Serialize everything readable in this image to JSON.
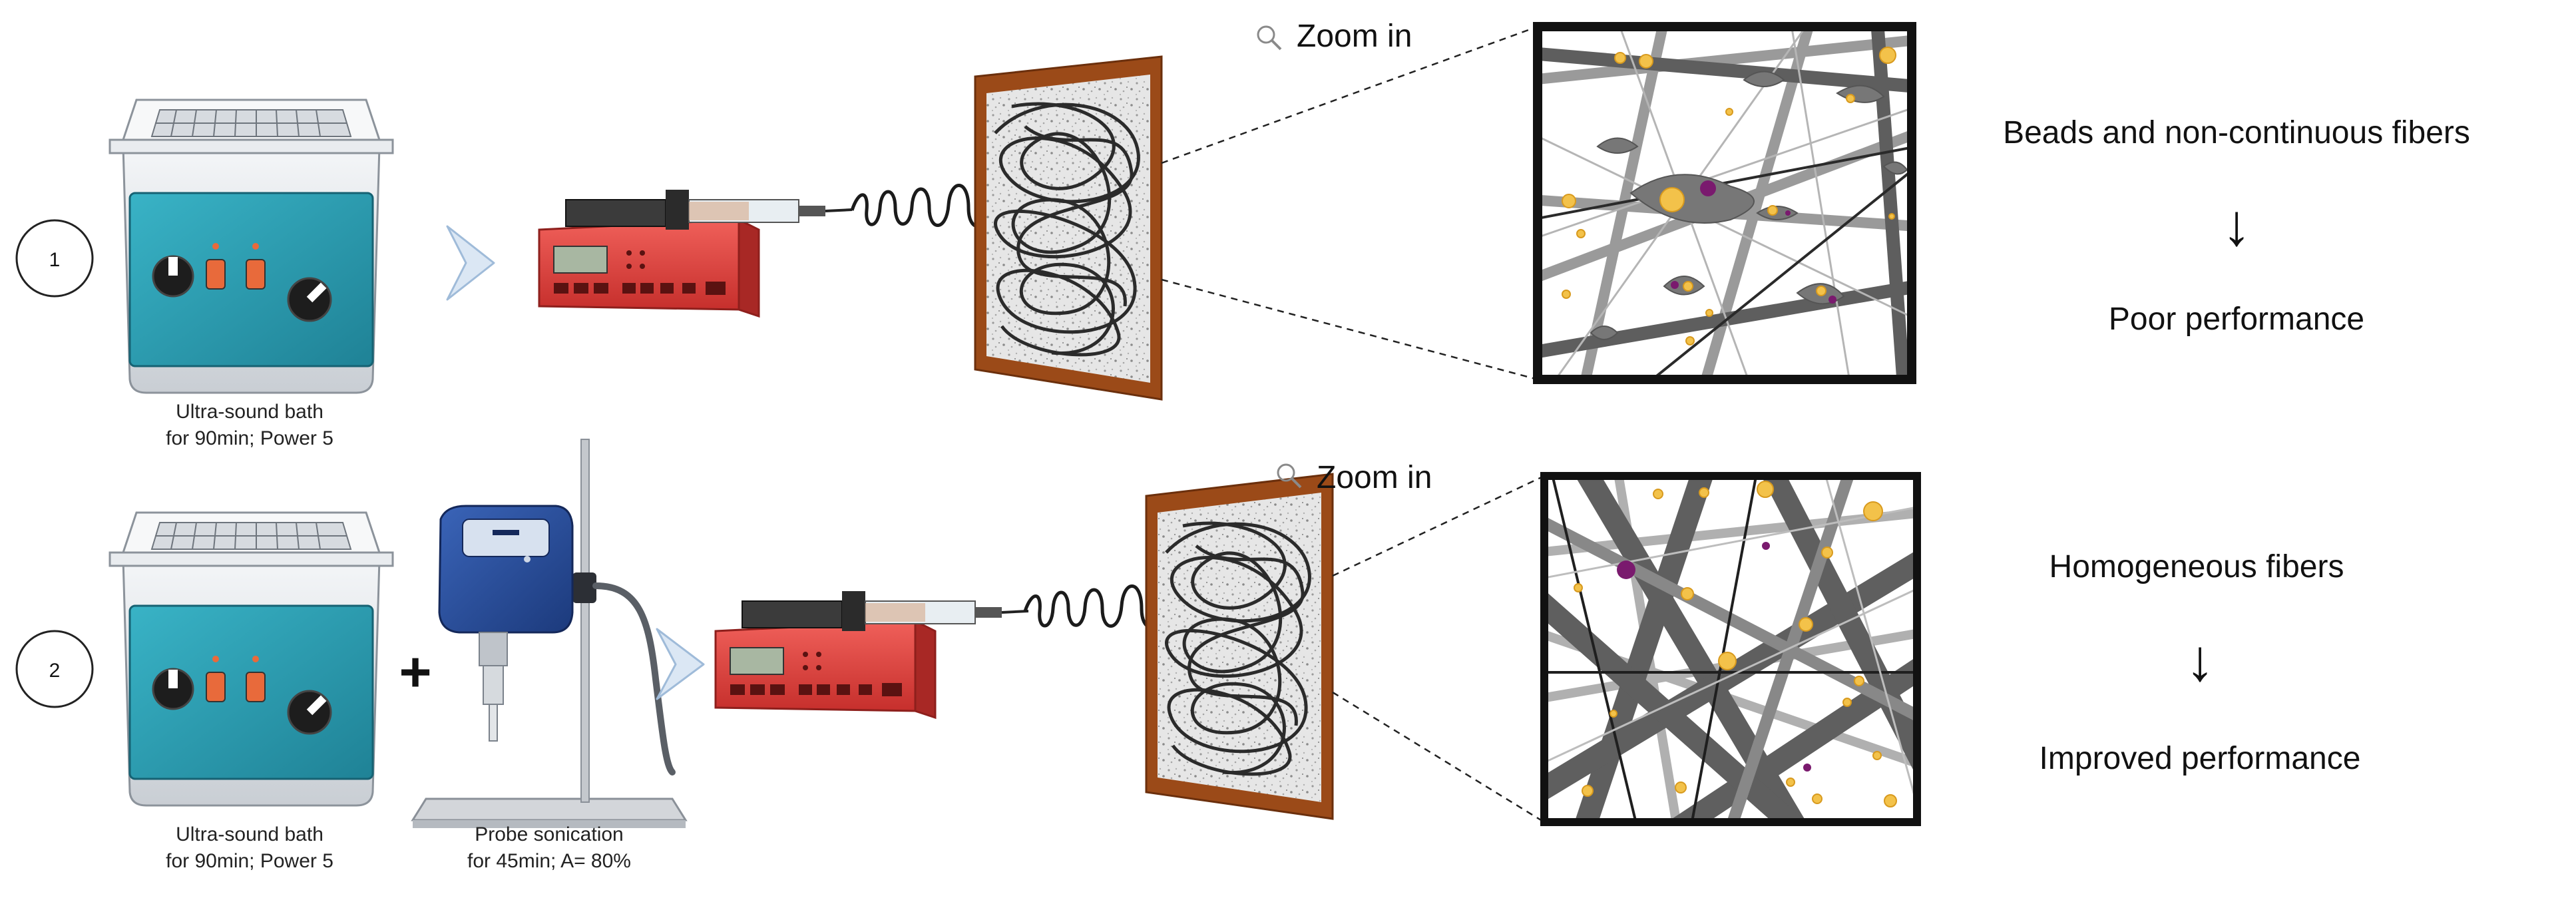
{
  "row1": {
    "step_number": "1",
    "bath_caption": [
      "Ultra-sound bath",
      "for 90min; Power 5"
    ],
    "zoom_label": "Zoom in",
    "result_title": "Beads and non-continuous fibers",
    "arrow_glyph": "↓",
    "result_outcome": "Poor performance"
  },
  "row2": {
    "step_number": "2",
    "plus_sign": "+",
    "bath_caption": [
      "Ultra-sound bath",
      "for 90min; Power 5"
    ],
    "probe_caption": [
      "Probe sonication",
      "for 45min; A= 80%"
    ],
    "zoom_label": "Zoom in",
    "result_title": "Homogeneous fibers",
    "arrow_glyph": "↓",
    "result_outcome": "Improved performance"
  },
  "icons": [
    "ultrasound-bath-icon",
    "probe-sonicator-icon",
    "syringe-pump-icon",
    "electrospun-mat-icon",
    "magnifier-icon",
    "fiber-microstructure-icon",
    "chevron-right-icon"
  ],
  "colors": {
    "bath_panel": "#2c9fb4",
    "pump_body": "#e2403d",
    "mat_frame": "#9b4a18",
    "fiber_gray": "#8a8a8a",
    "bead_yellow": "#f3c24a",
    "bead_purple": "#7a1a6e",
    "chevron": "#bcd3ea",
    "probe_blue": "#2a4e9a"
  }
}
